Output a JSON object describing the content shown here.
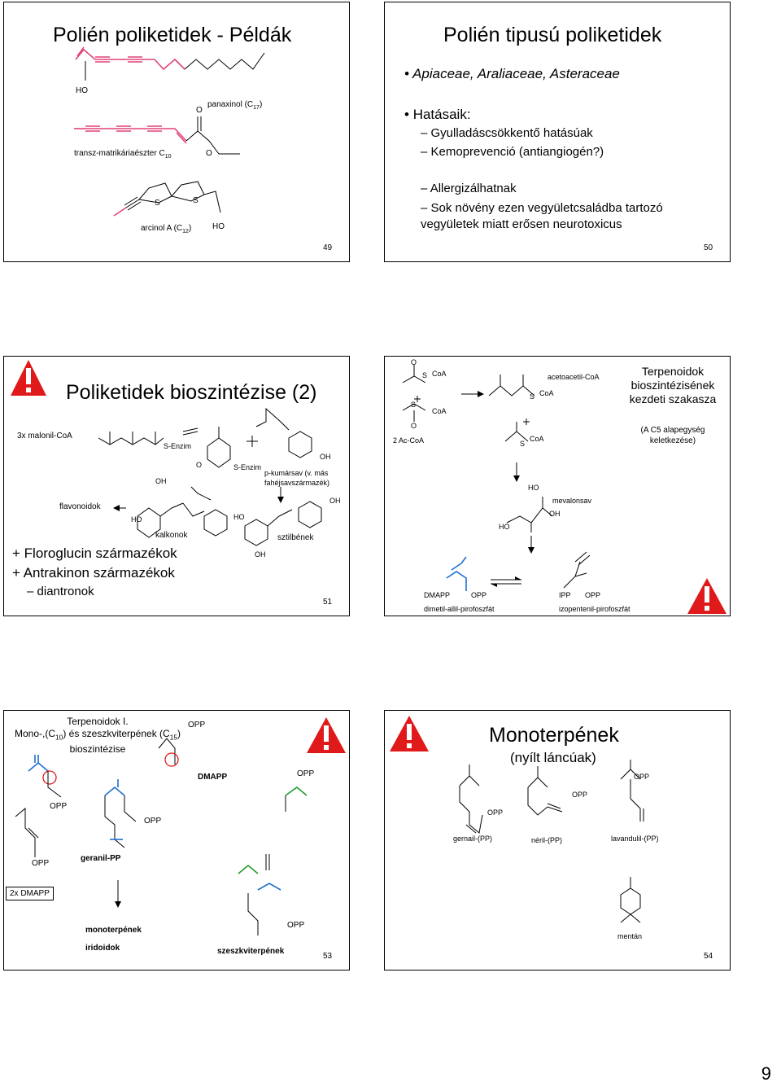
{
  "slide49": {
    "title": "Polién poliketidek - Példák",
    "label_panaxinol": "panaxinol (C",
    "label_panaxinol_sub": "17",
    "label_panaxinol_end": ")",
    "label_trans": "transz-matrikáriaészter C",
    "label_trans_sub": "10",
    "label_arcinol": "arcinol A (C",
    "label_arcinol_sub": "12",
    "label_arcinol_end": ")",
    "atom_ho1": "HO",
    "atom_o1": "O",
    "atom_o2": "O",
    "atom_s1": "S",
    "atom_s2": "S",
    "atom_ho2": "HO",
    "page": "49"
  },
  "slide50": {
    "title": "Polién tipusú poliketidek",
    "bullet1": "Apiaceae, Araliaceae, Asteraceae",
    "bullet2": "Hatásaik:",
    "sub1": "Gyulladáscsökkentő hatásúak",
    "sub2": "Kemoprevenció (antiangiogén?)",
    "sub3": "Allergizálhatnak",
    "sub4": "Sok növény ezen vegyületcsaládba tartozó vegyületek miatt erősen neurotoxicus",
    "page": "50"
  },
  "slide51": {
    "title": "Poliketidek bioszintézise (2)",
    "malonil": "3x malonil-CoA",
    "senzim1": "S-Enzim",
    "senzim2": "S-Enzim",
    "kumarsav": "p-kumársav  (v. más",
    "fahej": "fahéjsavszármazék)",
    "flavonoidok": "flavonoidok",
    "kalkonok": "kalkonok",
    "sztilbenek": "sztilbének",
    "bullet1": "Floroglucin származékok",
    "bullet2": "Antrakinon származékok",
    "sub1": "diantronok",
    "atom_ho": "HO",
    "atom_oh": "OH",
    "atom_o": "O",
    "page": "51"
  },
  "slide52": {
    "title_line1": "Terpenoidok",
    "title_line2": "bioszintézisének",
    "title_line3": "kezdeti szakasza",
    "note_line1": "(A C5 alapegység",
    "note_line2": "keletkezése)",
    "acetoacetil": "acetoacetil-CoA",
    "ac_coa": "2 Ac-CoA",
    "mevalonsav": "mevalonsav",
    "dmapp": "DMAPP",
    "dmapp_full": "dimetil-allil-pirofoszfát",
    "ipp": "IPP",
    "ipp_full": "izopentenil-pirofoszfát",
    "opp": "OPP",
    "coa": "CoA",
    "atom_s": "S",
    "atom_o": "O",
    "atom_ho": "HO",
    "atom_oh": "OH"
  },
  "slide53": {
    "title_line1": "Terpenoidok I.",
    "title_line2a": "Mono-,(C",
    "title_line2_sub1": "10",
    "title_line2b": ") és szeszkviterpének (C",
    "title_line2_sub2": "15",
    "title_line2c": ")",
    "title_line3": "bioszintézise",
    "opp": "OPP",
    "dmapp": "DMAPP",
    "geranil": "geranil-PP",
    "dmapp2x": "2x DMAPP",
    "monoterpenek": "monoterpének",
    "iridoidok": "iridoidok",
    "szeszkviterpenek": "szeszkviterpének",
    "page": "53"
  },
  "slide54": {
    "title": "Monoterpének",
    "subtitle": "(nyílt láncúak)",
    "opp": "OPP",
    "gernail": "gernail-(PP)",
    "neril": "néril-(PP)",
    "lavandulil": "lavandulil-(PP)",
    "mentan": "mentán",
    "page": "54"
  },
  "page_number": "9",
  "colors": {
    "pink": "#e0447a",
    "blue": "#1e6fcf",
    "green": "#1f9a2b",
    "red": "#e01a1a"
  }
}
